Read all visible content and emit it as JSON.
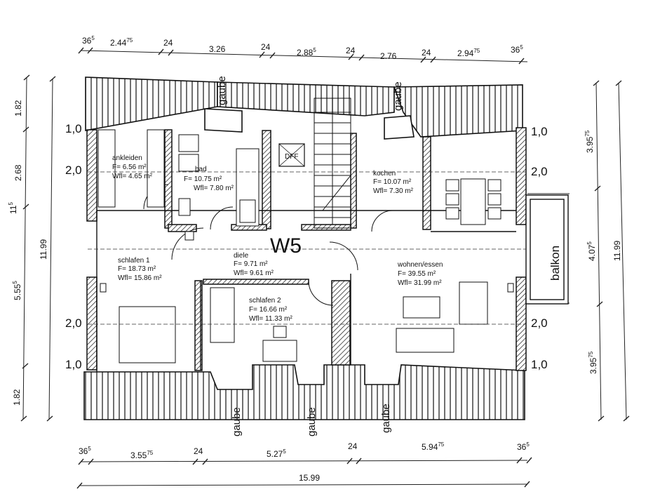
{
  "title": "W5",
  "dimensions": {
    "top": [
      {
        "main": "36",
        "sup": "5"
      },
      {
        "main": "2.44",
        "sup": "75"
      },
      {
        "main": "24",
        "sup": ""
      },
      {
        "main": "3.26",
        "sup": ""
      },
      {
        "main": "24",
        "sup": ""
      },
      {
        "main": "2.88",
        "sup": "5"
      },
      {
        "main": "24",
        "sup": ""
      },
      {
        "main": "2.76",
        "sup": ""
      },
      {
        "main": "24",
        "sup": ""
      },
      {
        "main": "2.94",
        "sup": "75"
      },
      {
        "main": "36",
        "sup": "5"
      }
    ],
    "bottom": [
      {
        "main": "36",
        "sup": "5"
      },
      {
        "main": "3.55",
        "sup": "75"
      },
      {
        "main": "24",
        "sup": ""
      },
      {
        "main": "5.27",
        "sup": "5"
      },
      {
        "main": "24",
        "sup": ""
      },
      {
        "main": "5.94",
        "sup": "75"
      },
      {
        "main": "36",
        "sup": "5"
      }
    ],
    "overall_width": "15.99",
    "left_inner": [
      {
        "main": "1.82",
        "sup": ""
      },
      {
        "main": "2.68",
        "sup": ""
      },
      {
        "main": "11",
        "sup": "5"
      },
      {
        "main": "5.55",
        "sup": "5"
      },
      {
        "main": "1.82",
        "sup": ""
      }
    ],
    "left_outer": "11.99",
    "right_inner": [
      {
        "main": "3.95",
        "sup": "75"
      },
      {
        "main": "4.07",
        "sup": "5"
      },
      {
        "main": "3.95",
        "sup": "75"
      }
    ],
    "right_outer": "11.99"
  },
  "levels": {
    "l10": "1,0",
    "l20": "2,0"
  },
  "gaube_label": "gaube",
  "rooms": {
    "ankleiden": {
      "name": "ankleiden",
      "f": "F= 6.56 m²",
      "wfl": "Wfl= 4.65 m²"
    },
    "bad": {
      "name": "bad",
      "f": "F= 10.75 m²",
      "wfl": "Wfl= 7.80 m²"
    },
    "kochen": {
      "name": "kochen",
      "f": "F= 10.07 m²",
      "wfl": "Wfl= 7.30 m²"
    },
    "schlafen1": {
      "name": "schlafen 1",
      "f": "F= 18.73 m²",
      "wfl": "Wfl= 15.86 m²"
    },
    "diele": {
      "name": "diele",
      "f": "F= 9.71 m²",
      "wfl": "Wfl= 9.61 m²"
    },
    "wohnen": {
      "name": "wohnen/essen",
      "f": "F= 39.55 m²",
      "wfl": "Wfl= 31.99 m²"
    },
    "schlafen2": {
      "name": "schlafen 2",
      "f": "F= 16.66 m²",
      "wfl": "Wfl= 11.33 m²"
    }
  },
  "balkon": "balkon",
  "skylight": "DFF"
}
